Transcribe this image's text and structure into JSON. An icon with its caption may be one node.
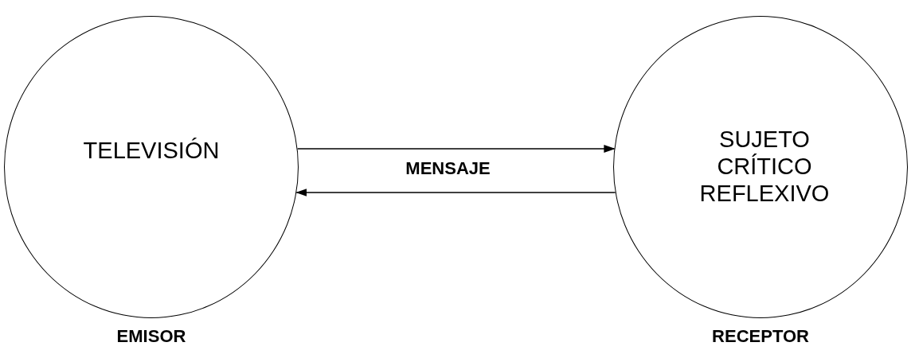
{
  "diagram": {
    "nodes": [
      {
        "text": [
          "TELEVISIÓN"
        ],
        "beside": [
          "EMISOR"
        ]
      },
      {
        "text": [
          "SUJETO CRÍTICO REFLEXIVO"
        ],
        "beside": [
          "RECEPTOR"
        ]
      }
    ],
    "edges": [
      {
        "from": 0,
        "to": 1,
        "arrow": "to",
        "label": "MENSAJE"
      },
      {
        "from": 1,
        "to": 0,
        "arrow": "to"
      }
    ]
  }
}
